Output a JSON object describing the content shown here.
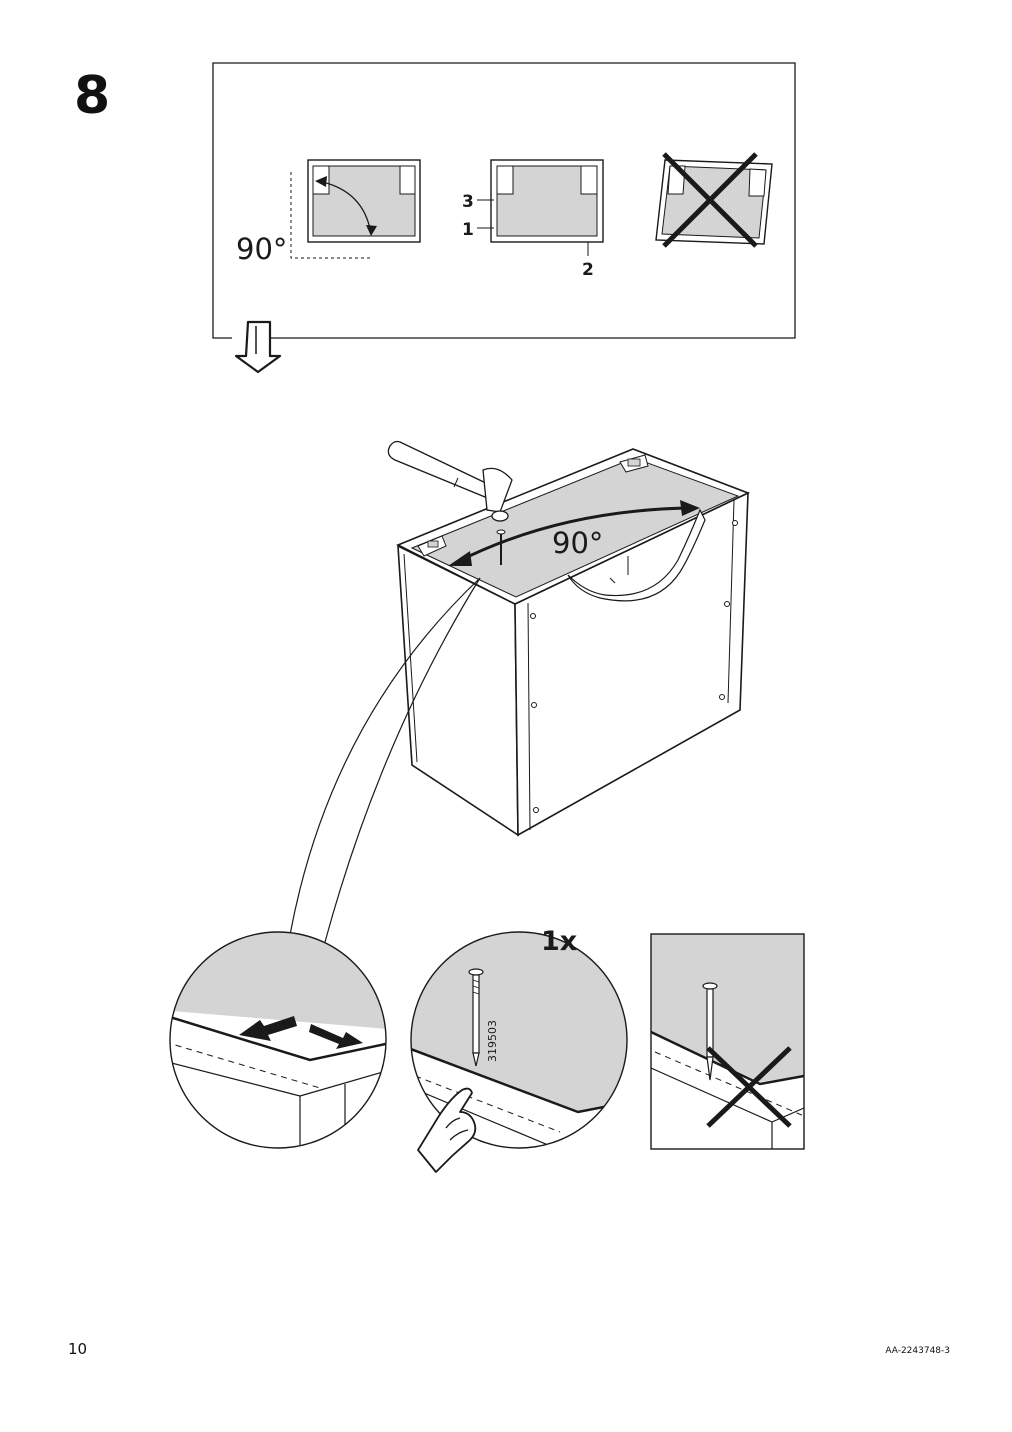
{
  "step": {
    "number": "8"
  },
  "top_panel": {
    "angle_label": "90°",
    "part_labels": {
      "part_3": "3",
      "part_1": "1",
      "part_2": "2"
    }
  },
  "main_illustration": {
    "angle_label": "90°"
  },
  "detail_nail": {
    "quantity": "1x",
    "nail_code": "319503"
  },
  "colors": {
    "panel_fill": "#d4d4d4",
    "line": "#1a1a1a"
  },
  "footer": {
    "page_number": "10",
    "doc_code": "AA-2243748-3"
  }
}
